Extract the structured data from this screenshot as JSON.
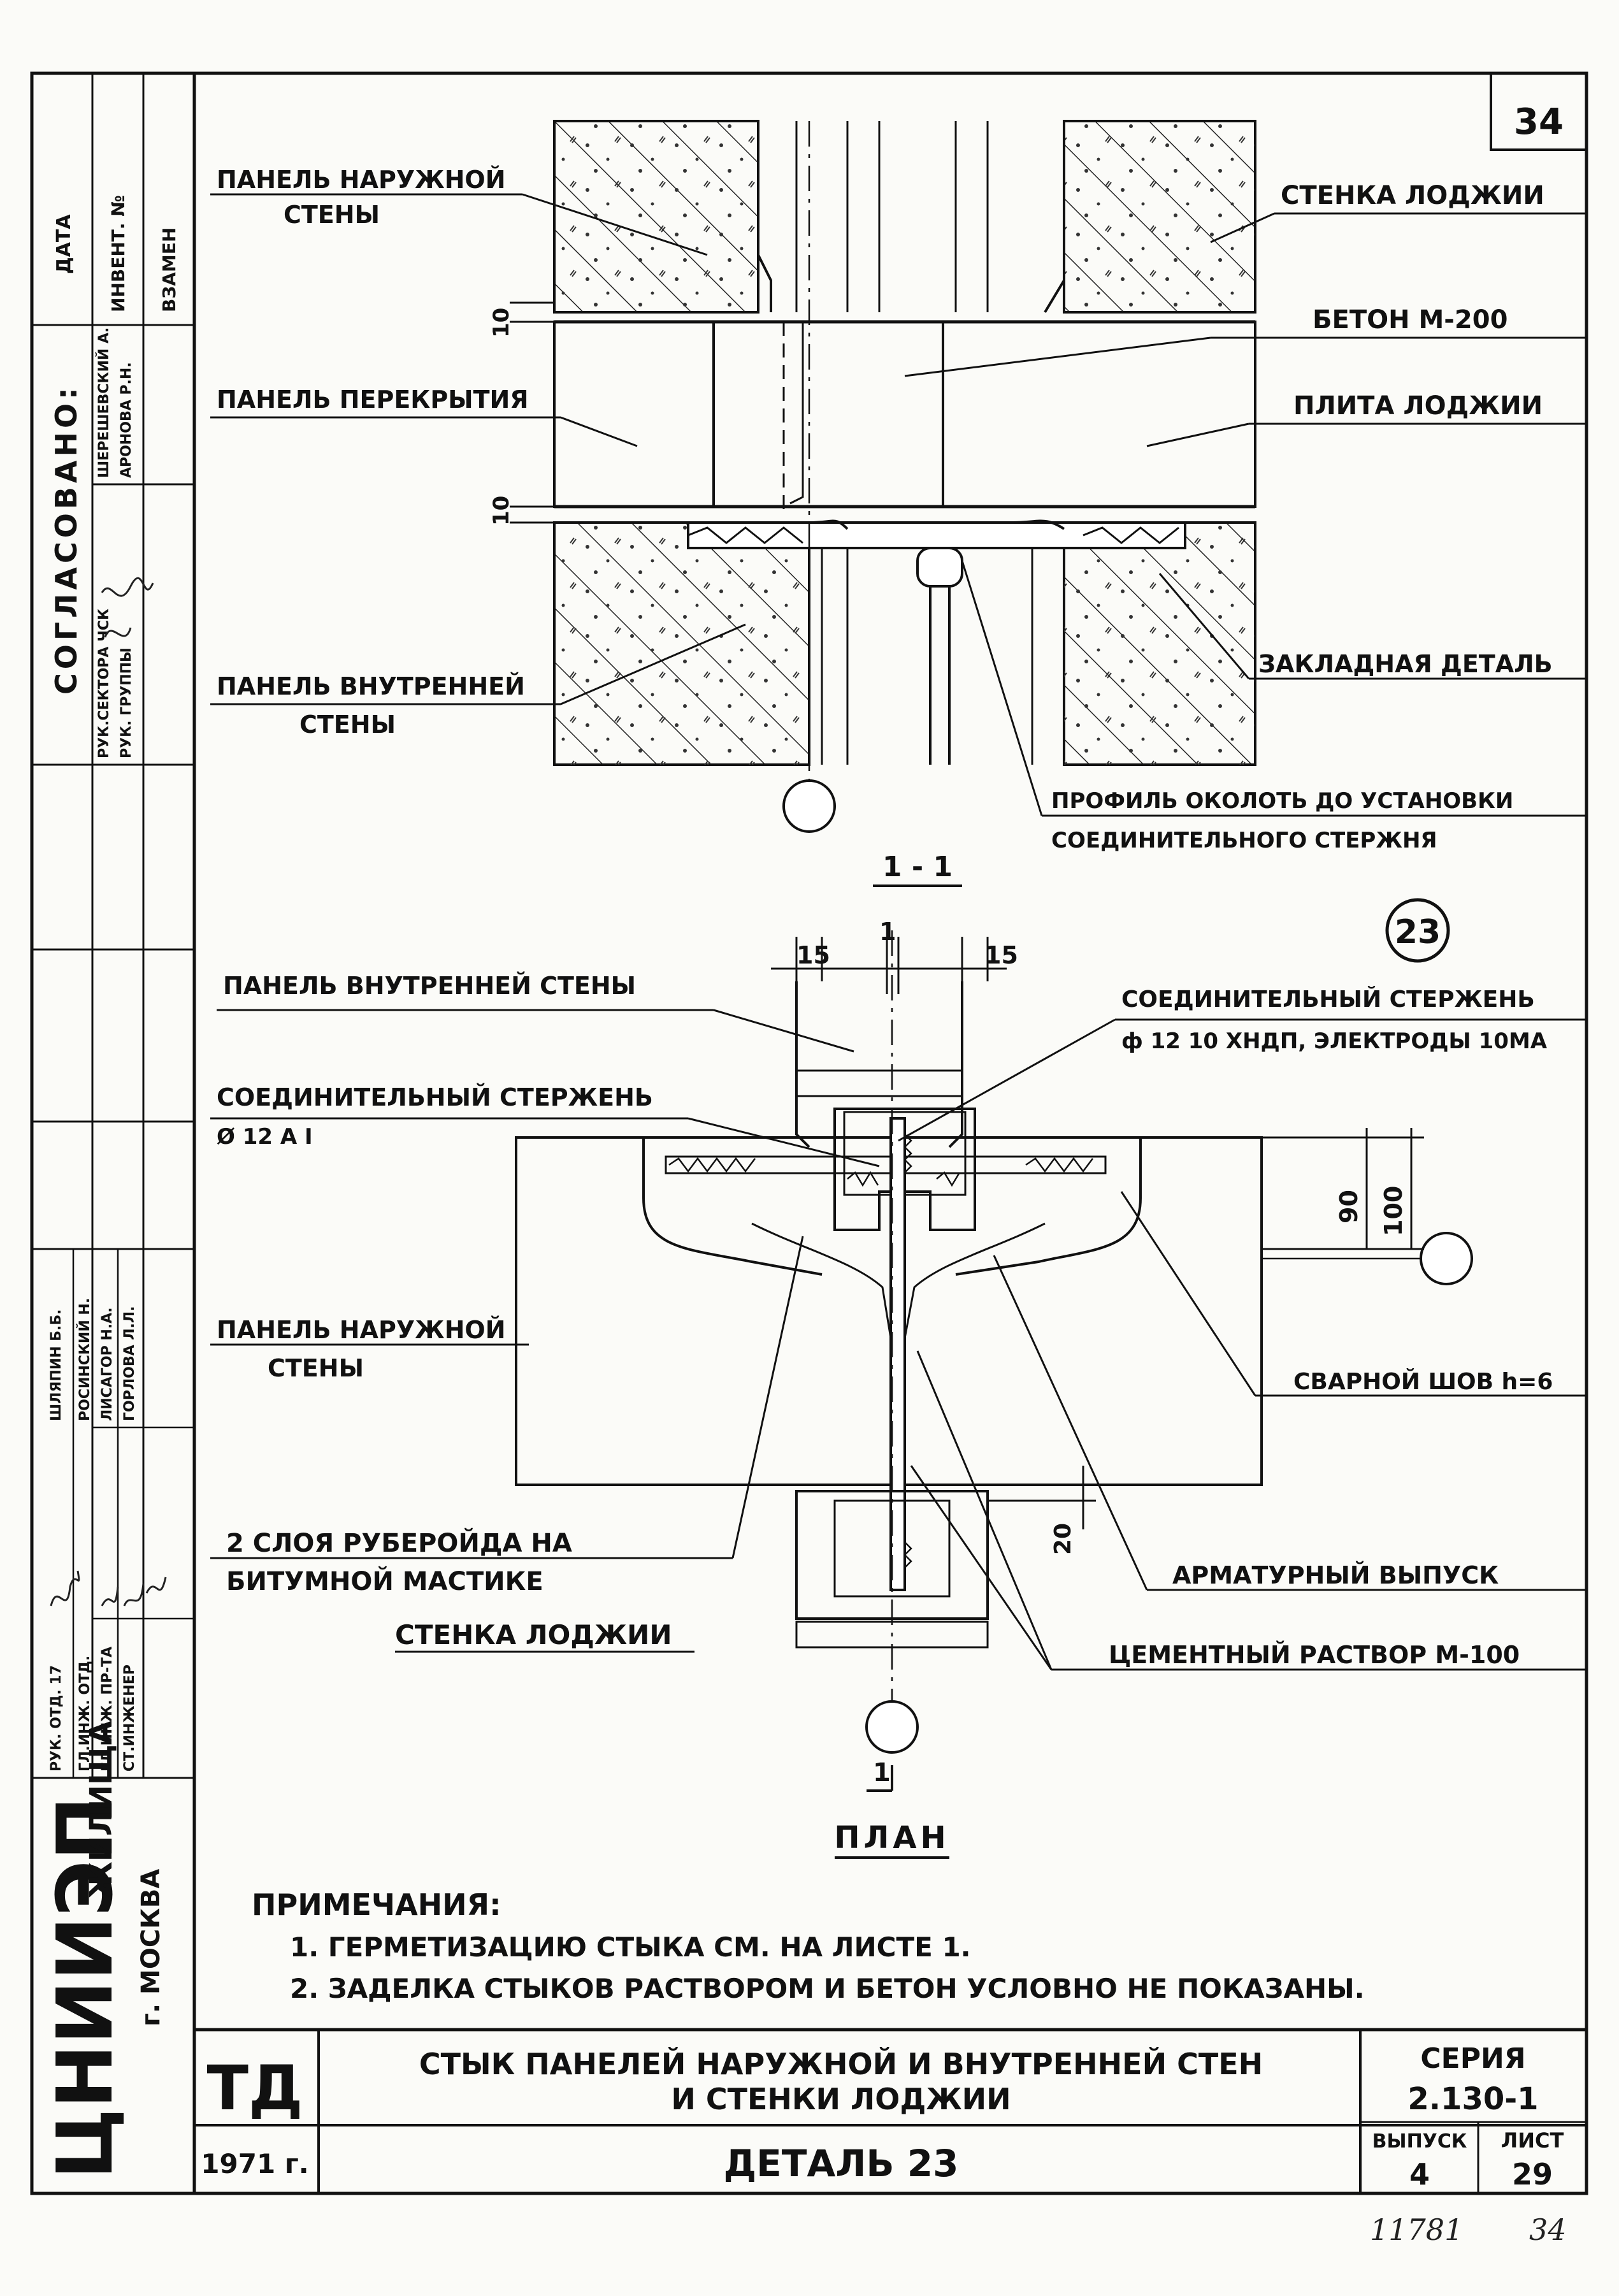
{
  "sheet_number": "34",
  "section_1": {
    "labels": {
      "outer_panel": [
        "ПАНЕЛЬ НАРУЖНОЙ",
        "СТЕНЫ"
      ],
      "loggia_wall": "СТЕНКА ЛОДЖИИ",
      "concrete": "БЕТОН М-200",
      "floor_panel": "ПАНЕЛЬ ПЕРЕКРЫТИЯ",
      "loggia_slab": "ПЛИТА ЛОДЖИИ",
      "inner_panel": [
        "ПАНЕЛЬ ВНУТРЕННЕЙ",
        "СТЕНЫ"
      ],
      "embedded_part": "ЗАКЛАДНАЯ ДЕТАЛЬ",
      "profile_note": [
        "ПРОФИЛЬ ОКОЛОТЬ ДО УСТАНОВКИ",
        "СОЕДИНИТЕЛЬНОГО СТЕРЖНЯ"
      ]
    },
    "dims": [
      "10",
      "10"
    ],
    "title": "1 - 1"
  },
  "plan": {
    "detail_number": "23",
    "dims": [
      "15",
      "1",
      "15",
      "90",
      "100",
      "20"
    ],
    "labels": {
      "inner_panel": "ПАНЕЛЬ ВНУТРЕННЕЙ СТЕНЫ",
      "rod_right": [
        "СОЕДИНИТЕЛЬНЫЙ СТЕРЖЕНЬ",
        "ф 12 10 ХНДП, ЭЛЕКТРОДЫ 10МА"
      ],
      "rod_left": [
        "СОЕДИНИТЕЛЬНЫЙ СТЕРЖЕНЬ",
        "Ø 12 А I"
      ],
      "outer_panel": [
        "ПАНЕЛЬ НАРУЖНОЙ",
        "СТЕНЫ"
      ],
      "weld": "СВАРНОЙ ШОВ h=6",
      "roofing": [
        "2 СЛОЯ РУБЕРОЙДА НА",
        "БИТУМНОЙ МАСТИКЕ"
      ],
      "rebar": "АРМАТУРНЫЙ ВЫПУСК",
      "loggia_wall": "СТЕНКА ЛОДЖИИ",
      "mortar": "ЦЕМЕНТНЫЙ РАСТВОР М-100"
    },
    "section_mark": "1",
    "title": "ПЛАН"
  },
  "notes": {
    "heading": "ПРИМЕЧАНИЯ:",
    "items": [
      "1. ГЕРМЕТИЗАЦИЮ СТЫКА СМ. НА ЛИСТЕ 1.",
      "2. ЗАДЕЛКА СТЫКОВ РАСТВОРОМ И БЕТОН УСЛОВНО НЕ ПОКАЗАНЫ."
    ]
  },
  "title_block": {
    "td": "ТД",
    "year": "1971 г.",
    "title": [
      "СТЫК ПАНЕЛЕЙ НАРУЖНОЙ И ВНУТРЕННЕЙ СТЕН",
      "И СТЕНКИ ЛОДЖИИ"
    ],
    "detail": "ДЕТАЛЬ 23",
    "series_label": "СЕРИЯ",
    "series": "2.130-1",
    "issue_label": "ВЫПУСК",
    "issue": "4",
    "sheet_label": "ЛИСТ",
    "sheet": "29"
  },
  "side_stamp": {
    "header": [
      "ДАТА",
      "ИНВЕНТ. №",
      "ВЗАМЕН"
    ],
    "agreed": "СОГЛАСОВАНО:",
    "agreed_roles": [
      "РУК.СЕКТОРА ЧСК",
      "РУК. ГРУППЫ"
    ],
    "agreed_names": [
      "ШЕРЕШЕВСКИЙ А.",
      "АРОНОВА Р.Н."
    ],
    "staff_roles": [
      "РУК. ОТД. 17",
      "ГЛ.ИНЖ. ОТД.",
      "ГЛ.ИНЖ. ПР-ТА",
      "СТ.ИНЖЕНЕР"
    ],
    "staff_names": [
      "ШЛЯПИН Б.Б.",
      "РОСИНСКИЙ Н.",
      "ЛИСАГОР Н.А.",
      "ГОРЛОВА Л.Л."
    ],
    "org": "ЦНИИЭП",
    "org_sub": "ЖИЛИЩА",
    "city": "г. МОСКВА"
  },
  "footer": {
    "left": "11781",
    "right": "34"
  }
}
